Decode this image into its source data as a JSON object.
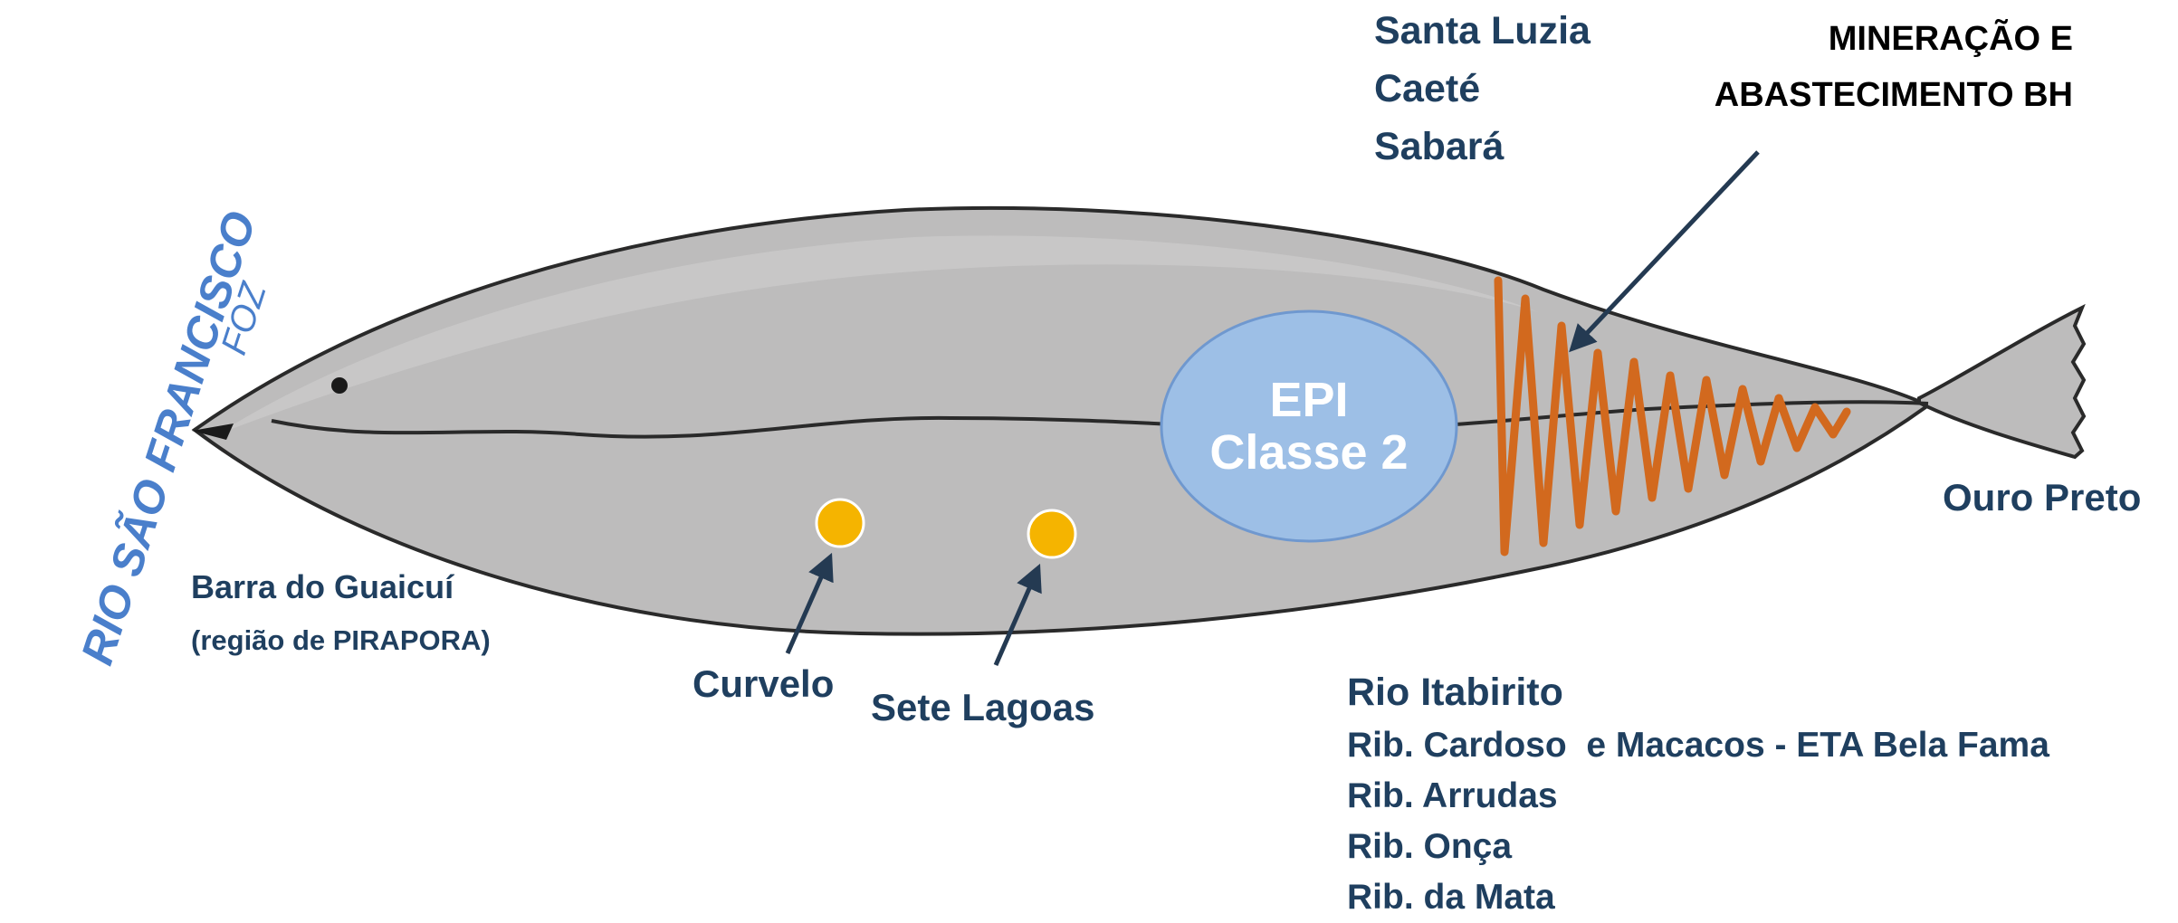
{
  "river_name": "RIO SÃO FRANCISCO",
  "mouth_label": "FOZ",
  "mouth_place": "Barra do Guaicuí",
  "mouth_region": "(região de PIRAPORA)",
  "cities_mid": [
    "Curvelo",
    "Sete Lagoas"
  ],
  "cities_upper": [
    "Santa Luzia",
    "Caeté",
    "Sabará"
  ],
  "mining_label": [
    "MINERAÇÃO E",
    "ABASTECIMENTO BH"
  ],
  "epi_label": [
    "EPI",
    "Classe 2"
  ],
  "source_city": "Ouro Preto",
  "tributaries": [
    "Rio Itabirito",
    "Rib. Cardoso  e Macacos - ETA Bela Fama",
    "Rib. Arrudas",
    "Rib. Onça",
    "Rib. da Mata"
  ],
  "colors": {
    "label_navy": "#1f3f5f",
    "river_blue": "#4a7fcb",
    "epi_fill": "#9dbfe6",
    "pollution_orange": "#d2691e",
    "city_marker": "#f5b400",
    "fish_gray": "#bdbcbc"
  }
}
